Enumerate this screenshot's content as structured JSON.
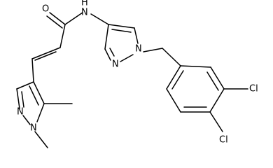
{
  "structure": {
    "atom_labels": {
      "carbonyl_oxygen": "O",
      "amide_nitrogen": "N",
      "amide_hydrogen": "H",
      "pyrazole1_n1": "N",
      "pyrazole1_n2": "N",
      "pyrazole2_n1": "N",
      "pyrazole2_n2": "N",
      "chlorine_meta": "Cl",
      "chlorine_para": "Cl"
    }
  }
}
